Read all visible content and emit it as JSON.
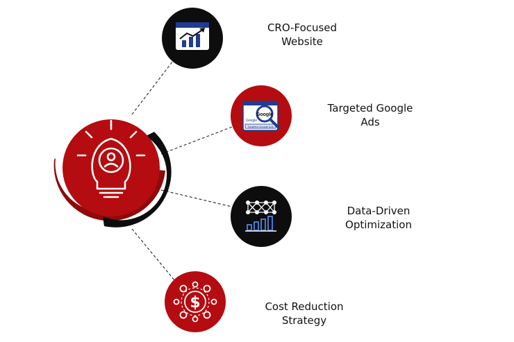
{
  "colors": {
    "red": "#b40c10",
    "dark_red": "#8e0a0d",
    "black": "#0d0d0d",
    "white": "#ffffff",
    "blue": "#1f3c8f"
  },
  "hub": {
    "icon": "lightbulb-gear-person-icon"
  },
  "items": [
    {
      "line1": "CRO-Focused",
      "line2": "Website",
      "icon": "website-growth-chart-icon"
    },
    {
      "line1": "Targeted Google",
      "line2": "Ads",
      "icon": "google-search-magnifier-icon"
    },
    {
      "line1": "Data-Driven",
      "line2": "Optimization",
      "icon": "network-bar-chart-icon"
    },
    {
      "line1": "Cost Reduction",
      "line2": "Strategy",
      "icon": "dollar-coins-icon"
    }
  ],
  "icon_text": {
    "google_word": "Google",
    "google_small": "Google",
    "search_bar": "Targeted Google Ads",
    "dollar": "$"
  }
}
